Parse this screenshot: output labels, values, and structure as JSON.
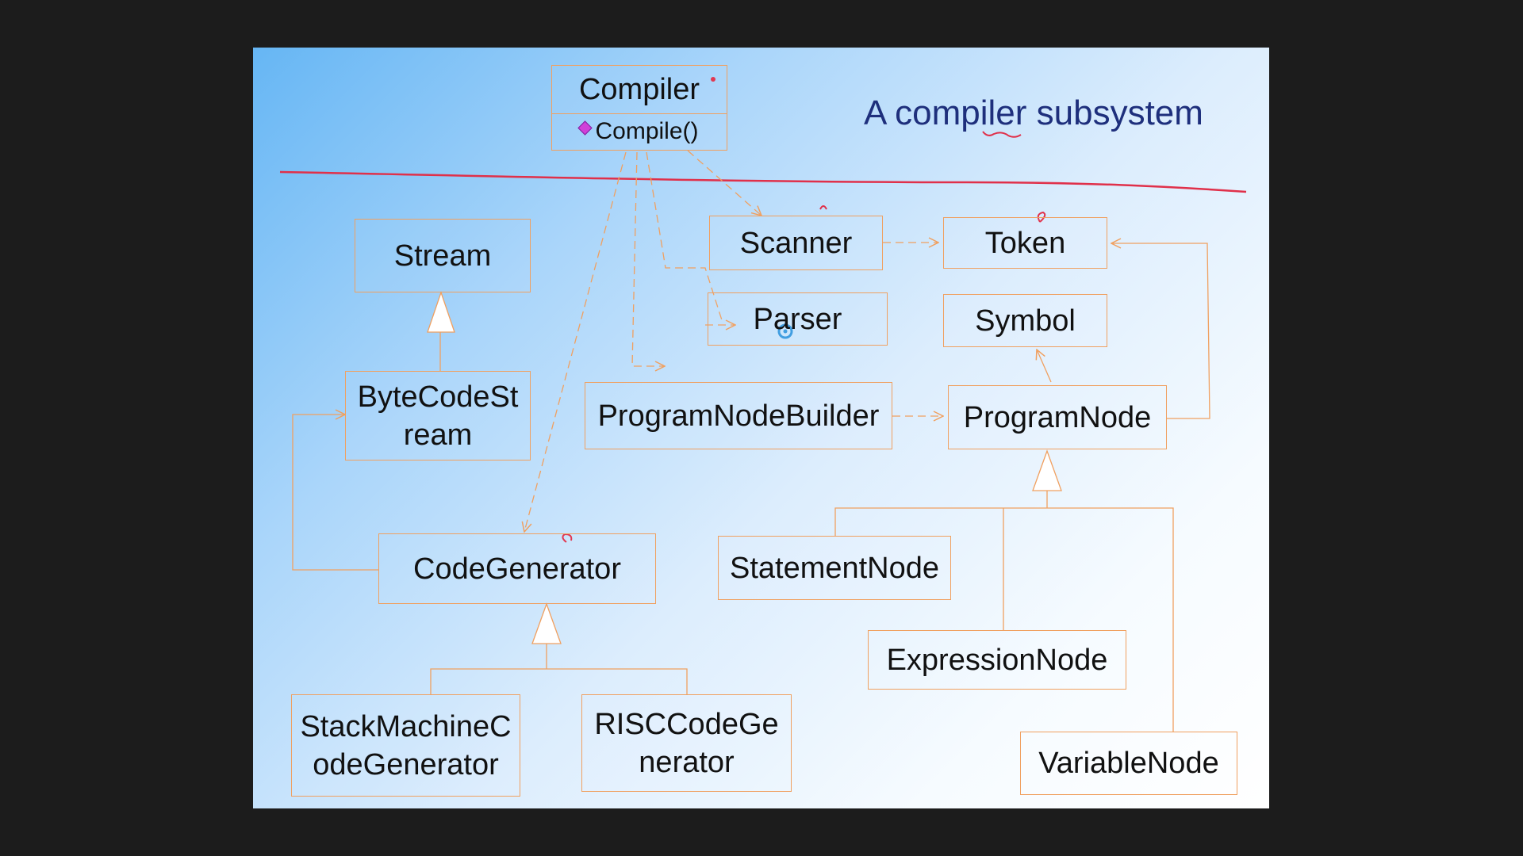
{
  "title": "A compiler subsystem",
  "compiler": {
    "name": "Compiler",
    "operation": "Compile()"
  },
  "classes": {
    "stream": "Stream",
    "bytecodestream": [
      "ByteCodeSt",
      "ream"
    ],
    "codegenerator": "CodeGenerator",
    "stackmachine": [
      "StackMachineC",
      "odeGenerator"
    ],
    "risc": [
      "RISCCodeGe",
      "nerator"
    ],
    "scanner": "Scanner",
    "token": "Token",
    "parser": "Parser",
    "symbol": "Symbol",
    "programnodebuilder": "ProgramNodeBuilder",
    "programnode": "ProgramNode",
    "statementnode": "StatementNode",
    "expressionnode": "ExpressionNode",
    "variablenode": "VariableNode"
  },
  "colors": {
    "box_border": "#f0a060",
    "title": "#1e2f7c",
    "annotation": "#e0304a",
    "cursor": "#3a9be0"
  }
}
